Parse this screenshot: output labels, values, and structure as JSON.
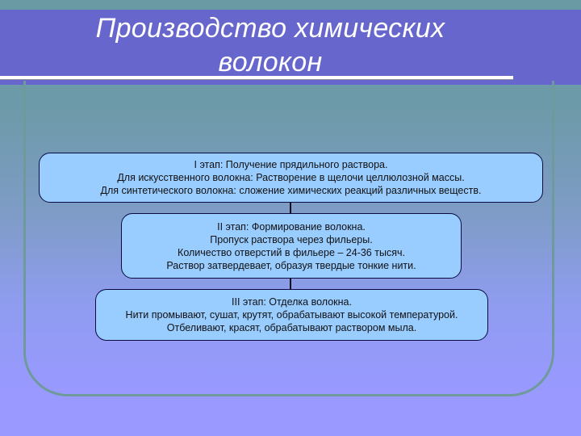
{
  "slide": {
    "title_lines": [
      "Производство химических",
      "волокон"
    ],
    "colors": {
      "header_band": "#6666cc",
      "title_text": "#ffffff",
      "frame_border": "#6f9a9c",
      "box_fill": "#99ccff",
      "box_border": "#0a0a40",
      "background_top": "#6a9aa4",
      "background_bottom": "#9999ff"
    }
  },
  "stages": [
    {
      "lines": [
        "I этап: Получение прядильного раствора.",
        "Для искусственного волокна: Растворение в щелочи целлюлозной массы.",
        "Для синтетического волокна: сложение химических реакций различных веществ."
      ]
    },
    {
      "lines": [
        "II этап: Формирование волокна.",
        "Пропуск раствора через фильеры.",
        "Количество отверстий в фильере – 24-36 тысяч.",
        "Раствор затвердевает, образуя твердые тонкие нити."
      ]
    },
    {
      "lines": [
        "III этап: Отделка волокна.",
        "Нити промывают, сушат, крутят, обрабатывают высокой температурой.",
        "Отбеливают, красят, обрабатывают раствором мыла."
      ]
    }
  ]
}
